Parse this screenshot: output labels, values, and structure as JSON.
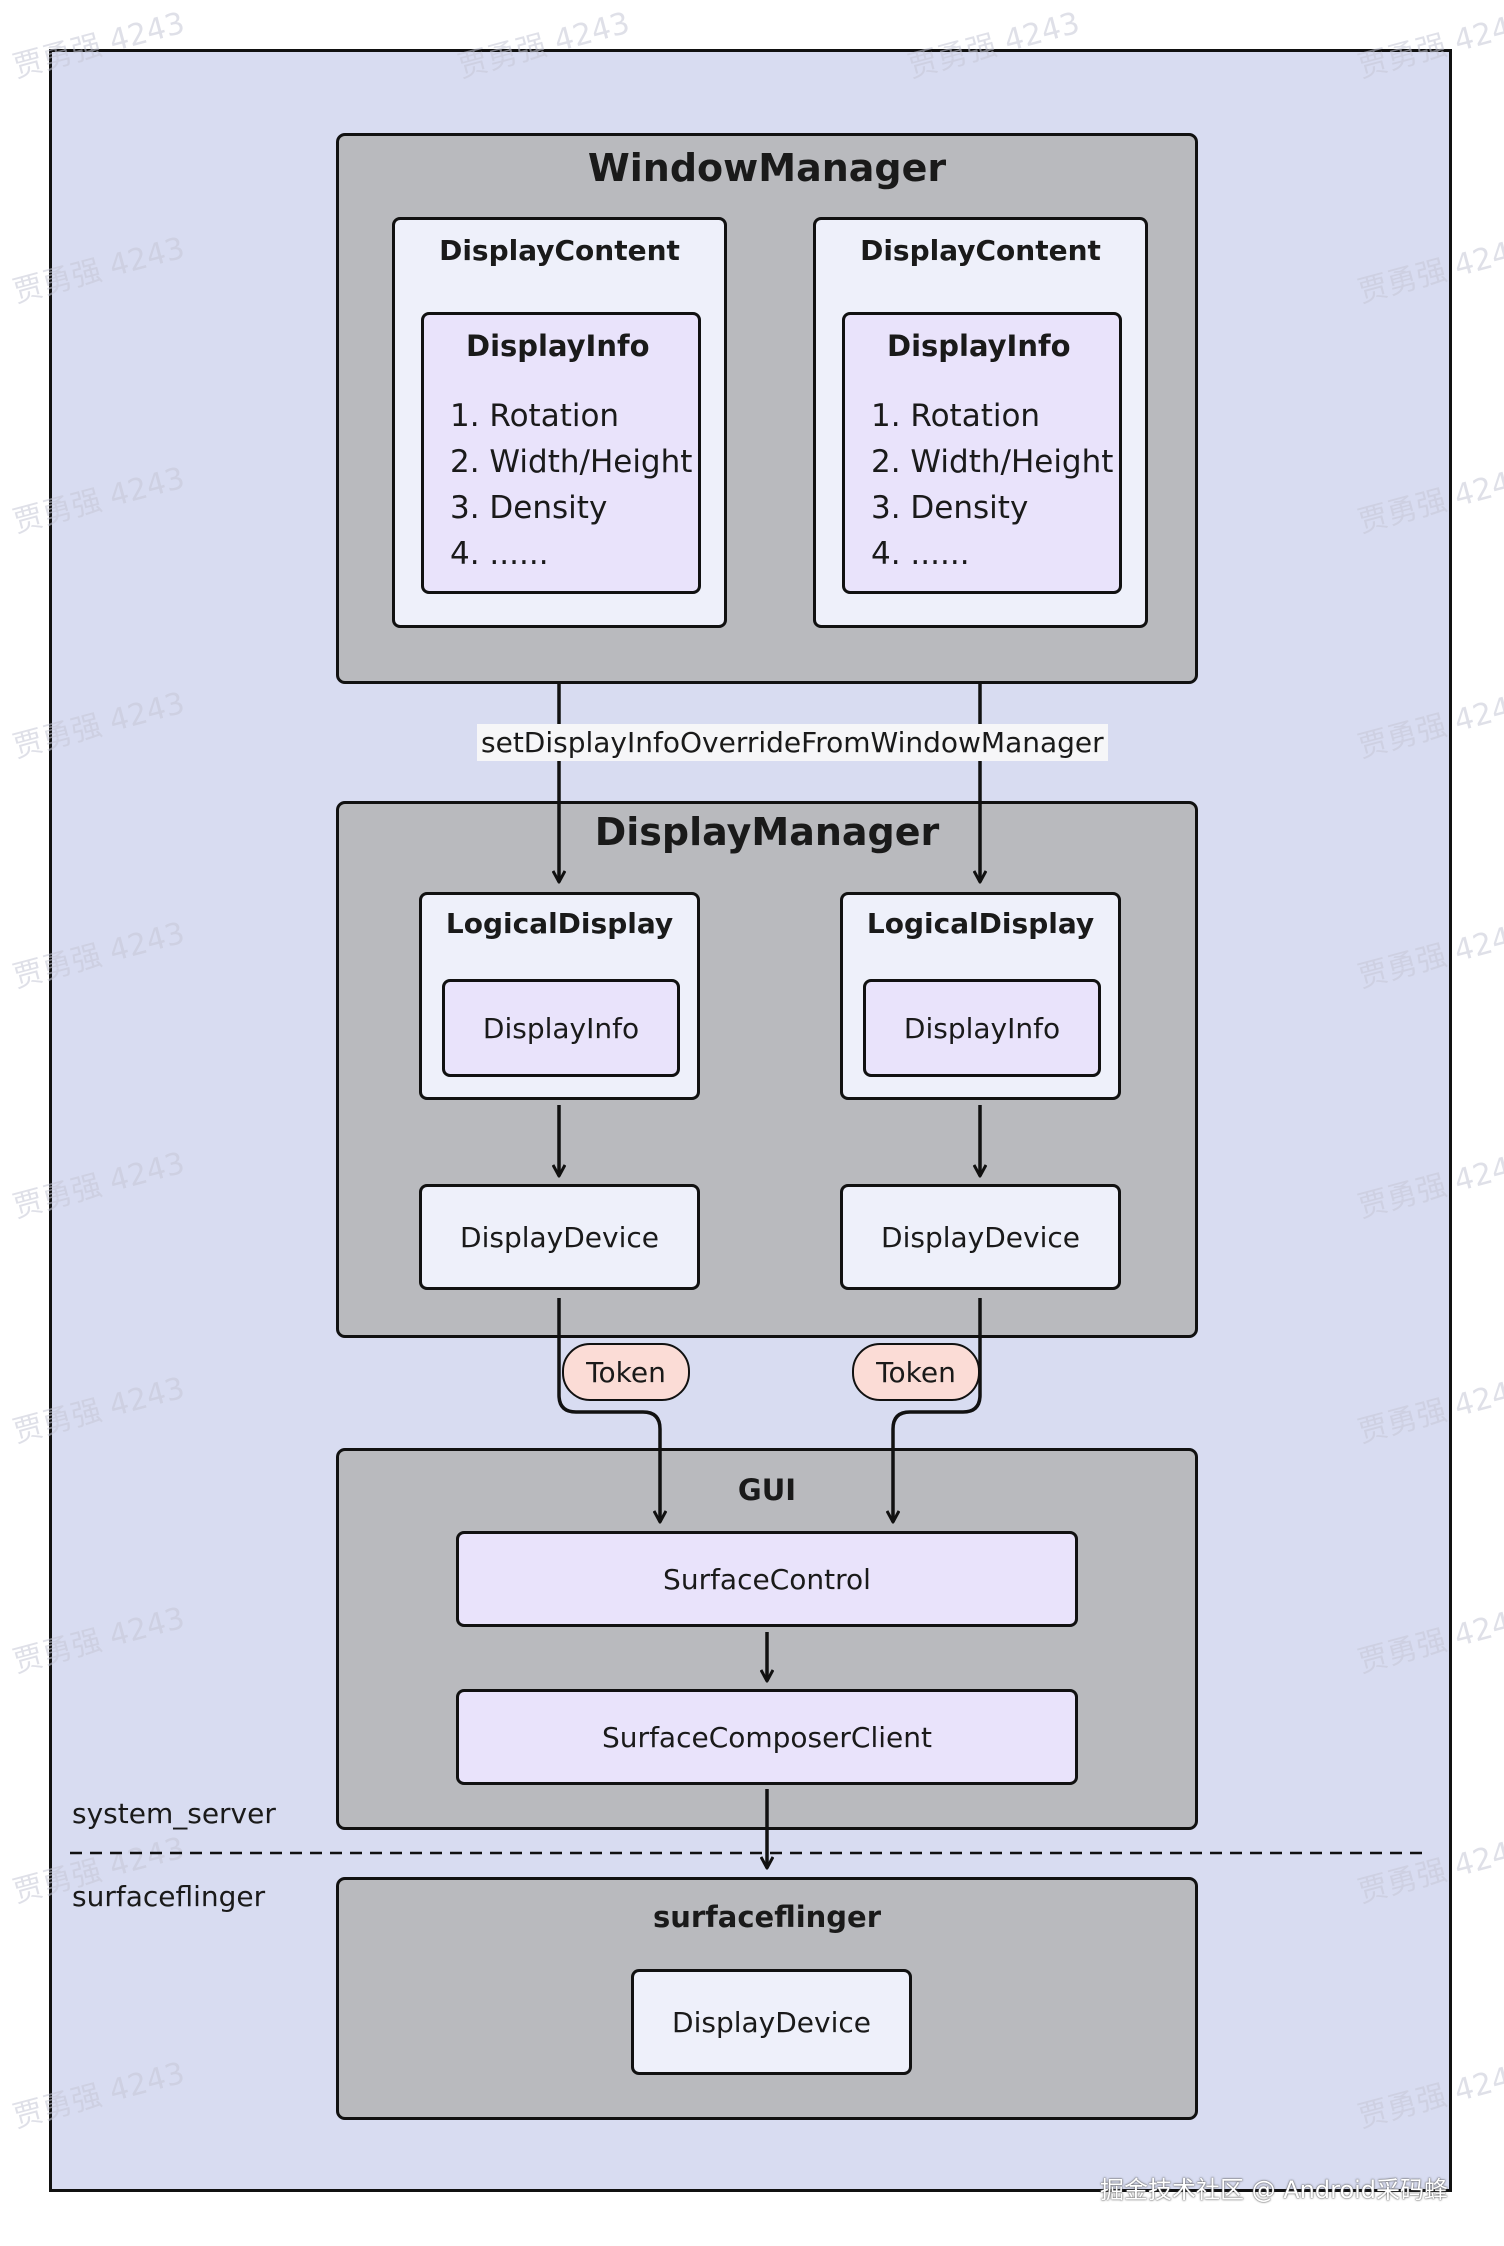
{
  "window_manager": {
    "title": "WindowManager",
    "display_contents": [
      {
        "title": "DisplayContent",
        "info_title": "DisplayInfo",
        "items": [
          "1. Rotation",
          "2. Width/Height",
          "3. Density",
          "4. ......"
        ]
      },
      {
        "title": "DisplayContent",
        "info_title": "DisplayInfo",
        "items": [
          "1. Rotation",
          "2. Width/Height",
          "3. Density",
          "4. ......"
        ]
      }
    ]
  },
  "override_call_label": "setDisplayInfoOverrideFromWindowManager",
  "display_manager": {
    "title": "DisplayManager",
    "logical_displays": [
      {
        "title": "LogicalDisplay",
        "info": "DisplayInfo",
        "device": "DisplayDevice",
        "token": "Token"
      },
      {
        "title": "LogicalDisplay",
        "info": "DisplayInfo",
        "device": "DisplayDevice",
        "token": "Token"
      }
    ]
  },
  "gui": {
    "title": "GUI",
    "surface_control": "SurfaceControl",
    "surface_composer_client": "SurfaceComposerClient"
  },
  "process_labels": {
    "upper": "system_server",
    "lower": "surfaceflinger"
  },
  "surfaceflinger": {
    "title": "surfaceflinger",
    "device": "DisplayDevice"
  },
  "watermark_text": "贾勇强 4243",
  "credit": "掘金技术社区 @ Android采码蜂",
  "colors": {
    "background": "#d8dcf1",
    "group": "#b9babe",
    "panel": "#eef0fa",
    "info_box": "#e9e3fb",
    "token": "#fbdcd6",
    "stroke": "#111111"
  }
}
